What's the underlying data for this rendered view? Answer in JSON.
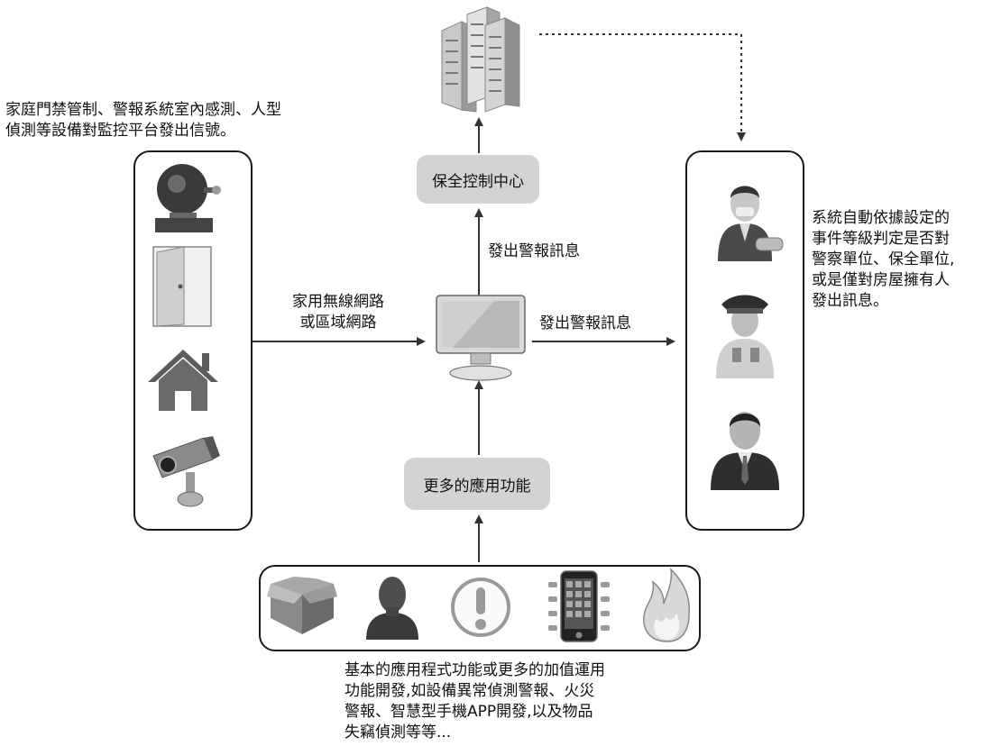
{
  "left_note": [
    "家庭門禁管制、警報系統室內感測、人型",
    "偵測等設備對監控平台發出信號。"
  ],
  "right_note": [
    "系統自動依據設定的",
    "事件等級判定是否對",
    "警察單位、保全單位,",
    "或是僅對房屋擁有人",
    "發出訊息。"
  ],
  "bottom_note": [
    "基本的應用程式功能或更多的加值運用",
    "功能開發,如設備異常偵測警報、火災",
    "警報、智慧型手機APP開發,以及物品",
    "失竊偵測等等..."
  ],
  "security_center_label": "保全控制中心",
  "more_apps_label": "更多的應用功能",
  "edge_up_label": "發出警報訊息",
  "edge_right_label": "發出警報訊息",
  "edge_left_label": [
    "家用無線網路",
    "或區域網路"
  ],
  "left_devices": [
    "alarm-bell-icon",
    "door-icon",
    "house-icon",
    "security-camera-icon"
  ],
  "right_recipients": [
    "police-officer-icon",
    "security-guard-icon",
    "homeowner-icon"
  ],
  "bottom_apps": [
    "package-box-icon",
    "person-bust-icon",
    "exclamation-icon",
    "smartphone-icon",
    "fire-icon"
  ],
  "center_node": "computer-monitor-icon",
  "top_node": "office-buildings-icon"
}
